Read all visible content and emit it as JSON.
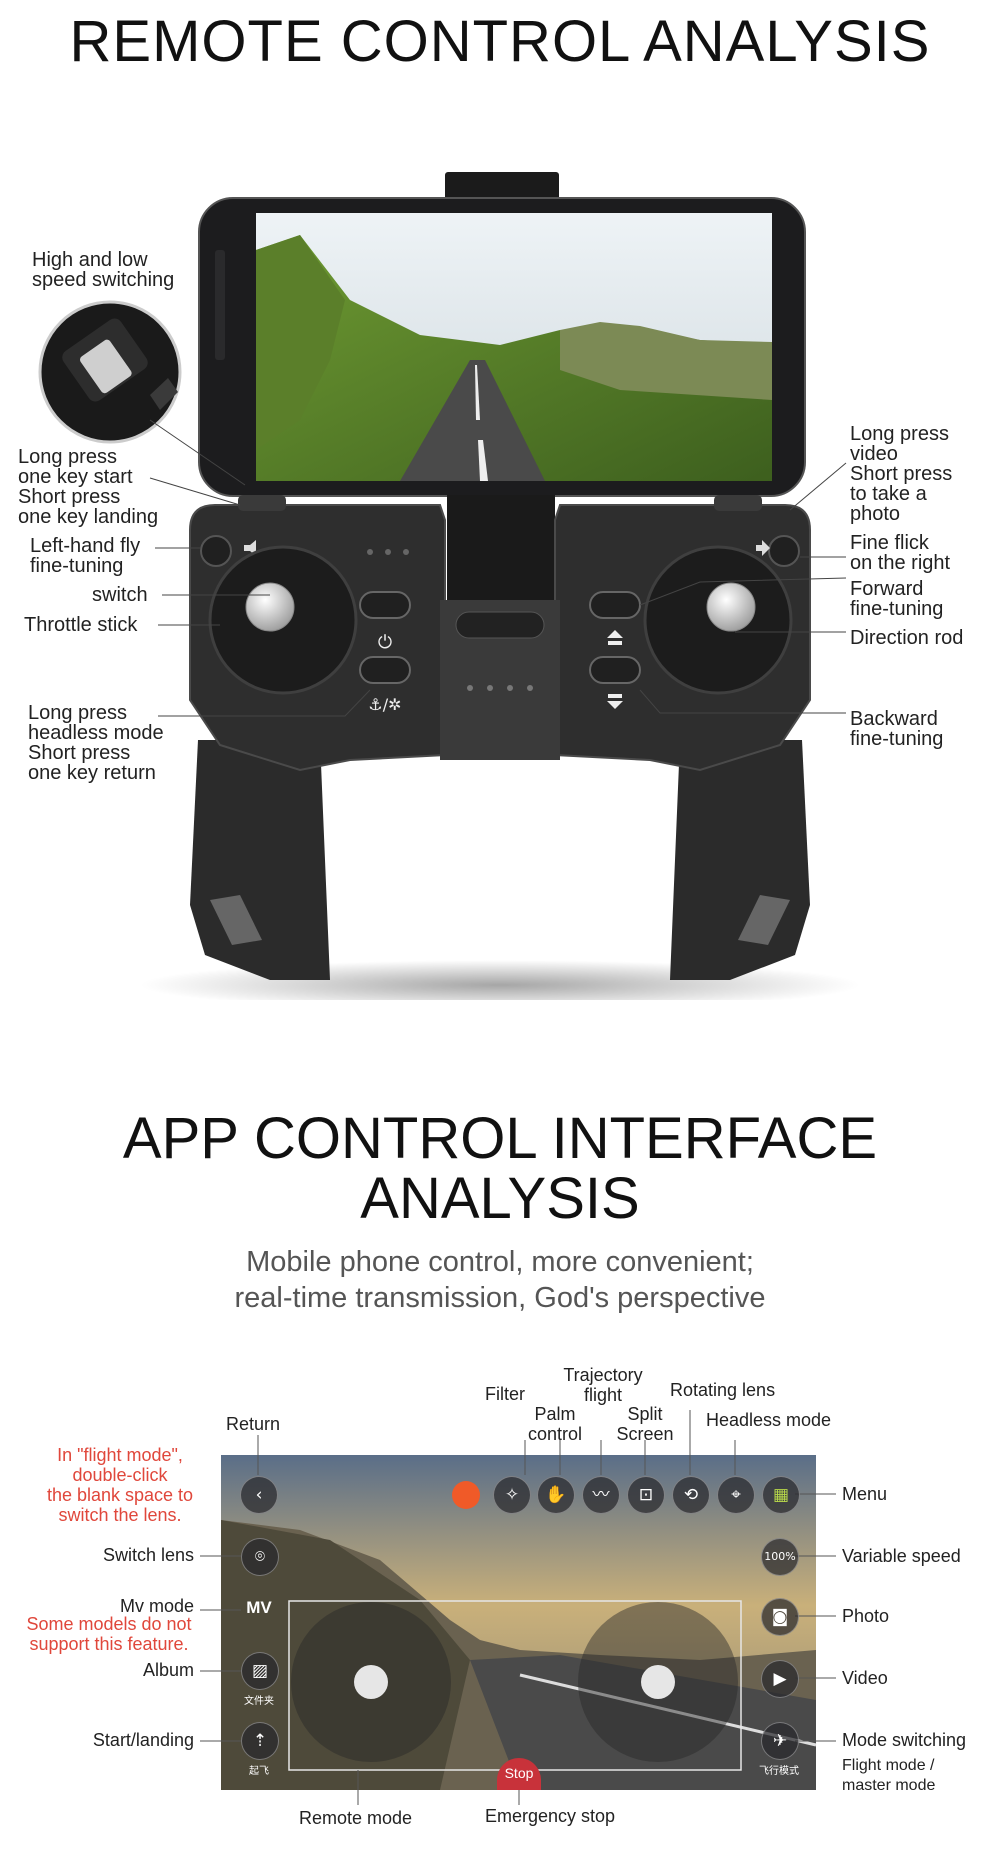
{
  "headings": {
    "remote_title": "REMOTE CONTROL ANALYSIS",
    "app_title_line1": "APP CONTROL INTERFACE",
    "app_title_line2": "ANALYSIS",
    "subtitle_line1": "Mobile phone control, more convenient;",
    "subtitle_line2": "real-time transmission, God's perspective"
  },
  "remote": {
    "left_labels": {
      "speed_switch": "High and low\nspeed switching",
      "one_key": "Long press\none key start\nShort press\none key landing",
      "left_fly": "Left-hand fly\nfine-tuning",
      "switch": "switch",
      "throttle": "Throttle stick",
      "headless": "Long press\nheadless mode\nShort press\none key return"
    },
    "right_labels": {
      "video_photo": "Long press\nvideo\nShort press\nto take a\nphoto",
      "fine_flick": "Fine flick\non the right",
      "forward": "Forward\nfine-tuning",
      "direction": "Direction rod",
      "backward": "Backward\nfine-tuning"
    }
  },
  "app": {
    "top_labels": {
      "return": "Return",
      "filter": "Filter",
      "trajectory": "Trajectory\nflight",
      "palm": "Palm\ncontrol",
      "split": "Split\nScreen",
      "rotating": "Rotating lens",
      "headless": "Headless mode"
    },
    "left_labels": {
      "flight_mode_note": "In \"flight mode\",\ndouble-click\nthe blank space to\nswitch the lens.",
      "switch_lens": "Switch lens",
      "mv_mode": "Mv mode",
      "mv_note": "Some models do not\nsupport this feature.",
      "album": "Album",
      "start_landing": "Start/landing"
    },
    "right_labels": {
      "menu": "Menu",
      "variable_speed": "Variable speed",
      "photo": "Photo",
      "video": "Video",
      "mode_switching": "Mode switching",
      "mode_note": "Flight mode /\nmaster mode"
    },
    "bottom_labels": {
      "remote_mode": "Remote mode",
      "emergency_stop": "Emergency stop"
    },
    "screen": {
      "mv_text": "MV",
      "speed_value": "100%",
      "album_caption": "文件夹",
      "takeoff_caption": "起飞",
      "flight_mode_caption": "飞行模式",
      "stop_label": "Stop"
    },
    "icons": {
      "back": "back-icon",
      "record_dot": "record-dot-icon",
      "filter": "magic-wand-icon",
      "palm": "hand-icon",
      "trajectory": "trajectory-icon",
      "split": "vr-glasses-icon",
      "rotate": "rotate-screen-icon",
      "headless": "target-icon",
      "menu": "grid-icon",
      "camera_switch": "camera-switch-icon",
      "photo": "camera-icon",
      "video": "video-camera-icon",
      "album": "image-icon",
      "takeoff": "takeoff-icon",
      "plane": "airplane-icon"
    },
    "colors": {
      "record_dot": "#f05a28",
      "stop_button": "#c8323a",
      "menu_icon": "#b8d84a"
    }
  }
}
